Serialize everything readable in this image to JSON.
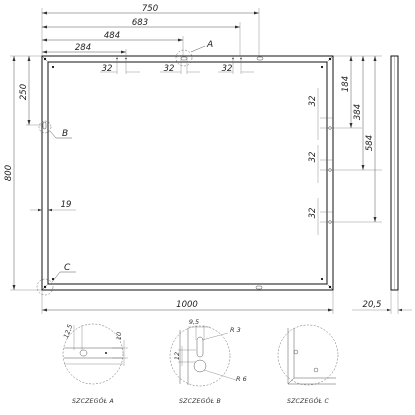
{
  "drawing": {
    "dimensions": {
      "d750": "750",
      "d683": "683",
      "d484": "484",
      "d284": "284",
      "d800": "800",
      "d250": "250",
      "d1000": "1000",
      "d19": "19",
      "d20_5": "20,5",
      "d184": "184",
      "d384": "384",
      "d584": "584",
      "d32": "32"
    },
    "callouts": {
      "a": "A",
      "b": "B",
      "c": "C"
    },
    "details": {
      "a": {
        "caption": "SZCZEGÓŁ A",
        "dim_width": "12,5",
        "dim_height": "10"
      },
      "b": {
        "caption": "SZCZEGÓŁ B",
        "dim_width": "9,5",
        "dim_height": "12",
        "radius_small": "R 3",
        "radius_large": "R 6"
      },
      "c": {
        "caption": "SZCZEGÓŁ C"
      }
    }
  }
}
